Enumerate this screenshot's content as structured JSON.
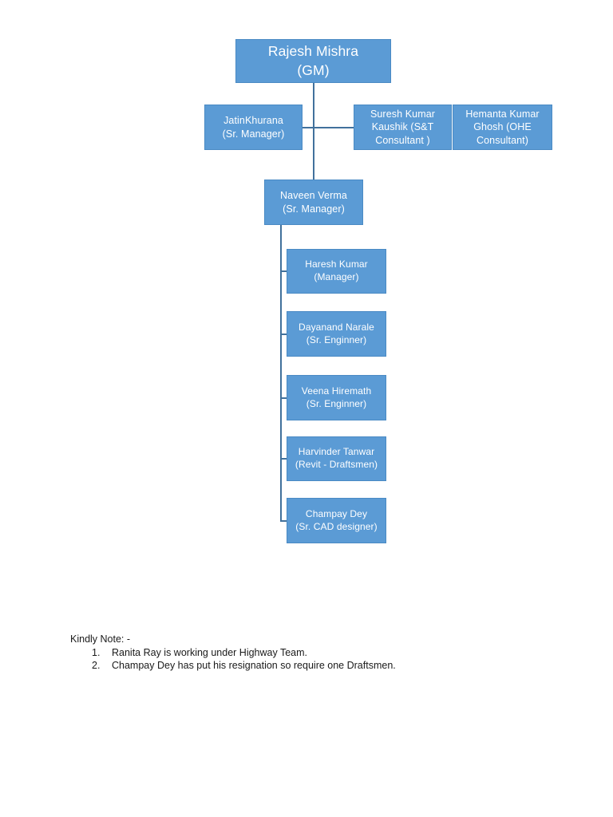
{
  "document": {
    "type": "organization-chart",
    "title": "Organization Chart"
  },
  "colors": {
    "box_fill": "#5B9BD5",
    "box_border": "#4A8AC4",
    "connector": "#41719C",
    "box_text": "#FFFFFF",
    "note_text": "#1A1A1A",
    "page_background": "#FFFFFF"
  },
  "org": {
    "root": {
      "name": "Rajesh Mishra",
      "role": "(GM)"
    },
    "level2": [
      {
        "name": "JatinKhurana",
        "role": "(Sr. Manager)"
      },
      {
        "name": "Suresh Kumar",
        "role": "Kaushik (S&T",
        "role2": "Consultant )"
      },
      {
        "name": "Hemanta Kumar",
        "role": "Ghosh (OHE",
        "role2": "Consultant)"
      }
    ],
    "manager": {
      "name": "Naveen Verma",
      "role": "(Sr. Manager)"
    },
    "reports": [
      {
        "name": "Haresh Kumar",
        "role": "(Manager)"
      },
      {
        "name": "Dayanand Narale",
        "role": "(Sr. Enginner)"
      },
      {
        "name": "Veena Hiremath",
        "role": "(Sr. Enginner)"
      },
      {
        "name": "Harvinder Tanwar",
        "role": "(Revit - Draftsmen)"
      },
      {
        "name": "Champay Dey",
        "role": "(Sr. CAD designer)"
      }
    ]
  },
  "notes": {
    "title": "Kindly Note: -",
    "items": [
      {
        "num": "1.",
        "text": "Ranita Ray is working under Highway Team."
      },
      {
        "num": "2.",
        "text": "Champay Dey has put his resignation so require one Draftsmen."
      }
    ]
  }
}
